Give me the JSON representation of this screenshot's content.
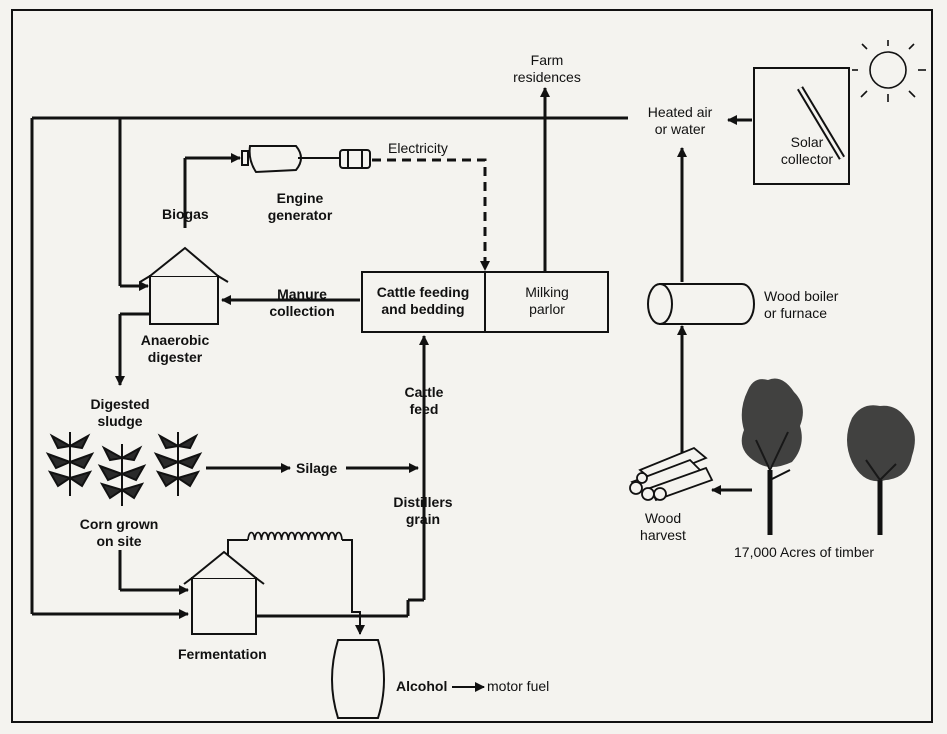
{
  "labels": {
    "farm_residences": "Farm\nresidences",
    "heated_air": "Heated air\nor water",
    "solar_collector": "Solar\ncollector",
    "electricity": "Electricity",
    "biogas": "Biogas",
    "engine_generator": "Engine\ngenerator",
    "manure_collection": "Manure\ncollection",
    "cattle_feeding": "Cattle feeding\nand bedding",
    "milking_parlor": "Milking\nparlor",
    "wood_boiler": "Wood boiler\nor furnace",
    "anaerobic_digester": "Anaerobic\ndigester",
    "digested_sludge": "Digested\nsludge",
    "cattle_feed": "Cattle\nfeed",
    "silage": "Silage",
    "distillers_grain": "Distillers\ngrain",
    "corn_grown": "Corn grown\non site",
    "wood_harvest": "Wood\nharvest",
    "timber": "17,000 Acres of timber",
    "fermentation": "Fermentation",
    "alcohol": "Alcohol",
    "motor_fuel": "motor fuel"
  }
}
